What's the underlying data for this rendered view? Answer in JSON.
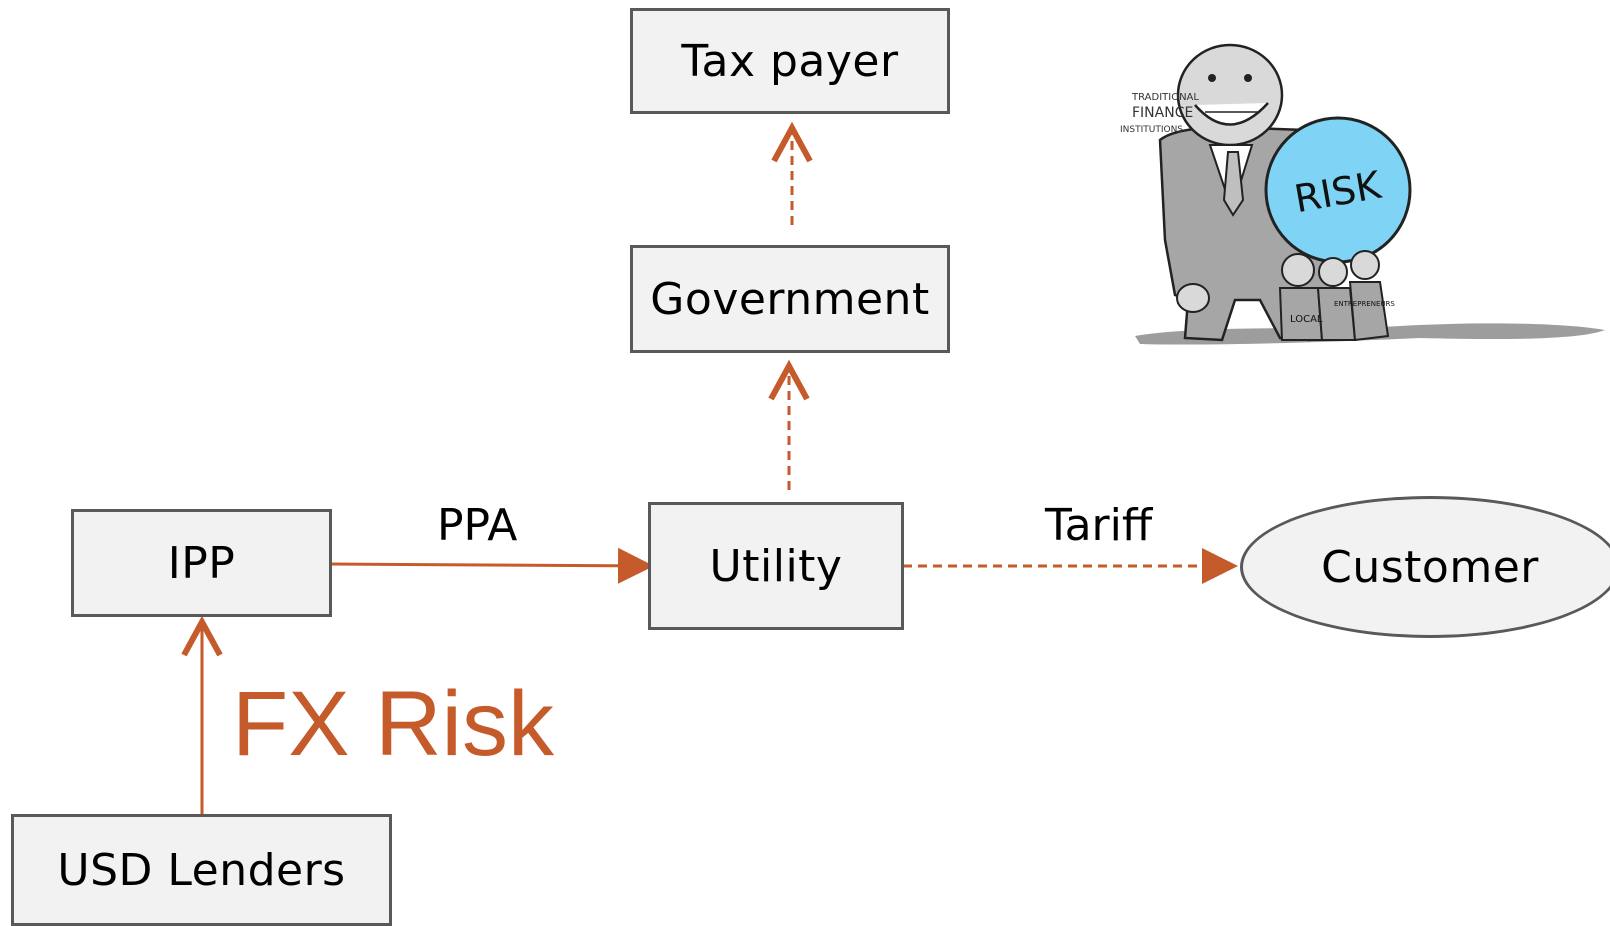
{
  "nodes": {
    "tax_payer": "Tax payer",
    "government": "Government",
    "ipp": "IPP",
    "utility": "Utility",
    "customer": "Customer",
    "usd_lenders": "USD Lenders"
  },
  "edge_labels": {
    "ppa": "PPA",
    "tariff": "Tariff"
  },
  "annotation": "FX Risk",
  "cartoon": {
    "ball_text": "RISK",
    "small_texts": [
      "TRADITIONAL",
      "FINANCE",
      "INSTITUTIONS",
      "LOCAL",
      "ENTREPRENEURS"
    ]
  },
  "colors": {
    "arrow": "#c55a2a",
    "box_fill": "#f2f2f2",
    "box_border": "#595959",
    "risk_ball": "#7fd3f5",
    "suit": "#a6a6a6"
  }
}
